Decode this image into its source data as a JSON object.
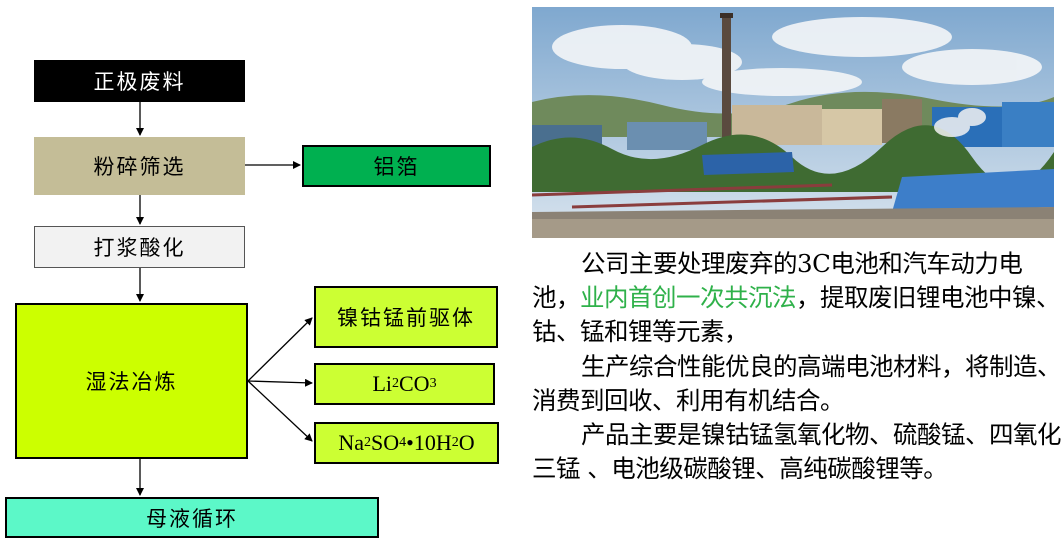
{
  "flowchart": {
    "nodes": {
      "waste": "正极废料",
      "crush": "粉碎筛选",
      "foil": "铝箔",
      "slurry": "打浆酸化",
      "wet": "湿法冶炼",
      "precursor": "镍钴锰前驱体",
      "li2co3": {
        "base1": "Li",
        "sub1": "2",
        "base2": "CO",
        "sub2": "3"
      },
      "na2so4": {
        "p1": "Na",
        "s1": "2",
        "p2": "SO",
        "s2": "4",
        "p3": "•10H",
        "s3": "2",
        "p4": "O"
      },
      "mother": "母液循环"
    },
    "colors": {
      "waste": "#000000",
      "crush": "#c4bd97",
      "foil": "#00b050",
      "slurry": "#f2f2f2",
      "wet": "#ccff00",
      "precursor": "#ccff33",
      "mother": "#5cf8c8"
    }
  },
  "photo": {
    "description_icon": "factory-photo"
  },
  "description": {
    "p1_before": "公司主要处理废弃的3C电池和汽车动力电池，",
    "p1_highlight": "业内首创一次共沉法",
    "p1_after": "，提取废旧锂电池中镍、钴、锰和锂等元素，",
    "p2": "生产综合性能优良的高端电池材料，将制造、消费到回收、利用有机结合。",
    "p3": "产品主要是镍钴锰氢氧化物、硫酸锰、四氧化三锰 、电池级碳酸锂、高纯碳酸锂等。",
    "highlight_color": "#2fb14a"
  }
}
